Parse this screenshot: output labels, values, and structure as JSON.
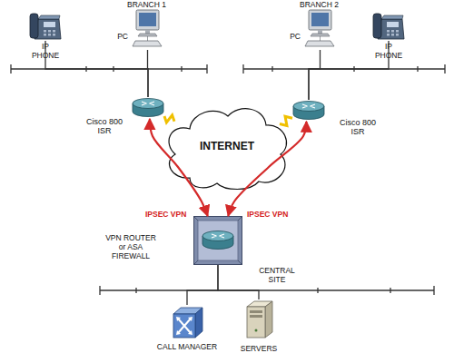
{
  "diagram": {
    "nodes": [
      {
        "text": [
          "IP PHONE"
        ]
      },
      {
        "text": [
          "PC"
        ]
      },
      {
        "text": [
          "Cisco 800 ISR"
        ]
      },
      {
        "text": [
          "PC"
        ]
      },
      {
        "text": [
          "IP PHONE"
        ]
      },
      {
        "text": [
          "Cisco 800 ISR"
        ]
      },
      {
        "text": [
          "INTERNET"
        ]
      },
      {
        "text": [
          "VPN ROUTER or ASA FIREWALL"
        ]
      },
      {
        "text": [
          "CALL MANAGER"
        ]
      },
      {
        "text": [
          "SERVERS"
        ]
      }
    ],
    "edges": [
      {
        "from": 0,
        "to": 2,
        "arrow": "none"
      },
      {
        "from": 1,
        "to": 2,
        "arrow": "none"
      },
      {
        "from": 3,
        "to": 5,
        "arrow": "none"
      },
      {
        "from": 4,
        "to": 5,
        "arrow": "none"
      },
      {
        "from": 2,
        "to": 6,
        "arrow": "none"
      },
      {
        "from": 5,
        "to": 6,
        "arrow": "none"
      },
      {
        "from": 7,
        "to": 2,
        "label": "IPSEC VPN",
        "arrow": "both"
      },
      {
        "from": 7,
        "to": 5,
        "label": "IPSEC VPN",
        "arrow": "both"
      },
      {
        "from": 7,
        "to": 8,
        "arrow": "none"
      },
      {
        "from": 7,
        "to": 9,
        "arrow": "none"
      }
    ],
    "labels": [
      "BRANCH 1",
      "BRANCH 2",
      "CENTRAL SITE"
    ]
  }
}
